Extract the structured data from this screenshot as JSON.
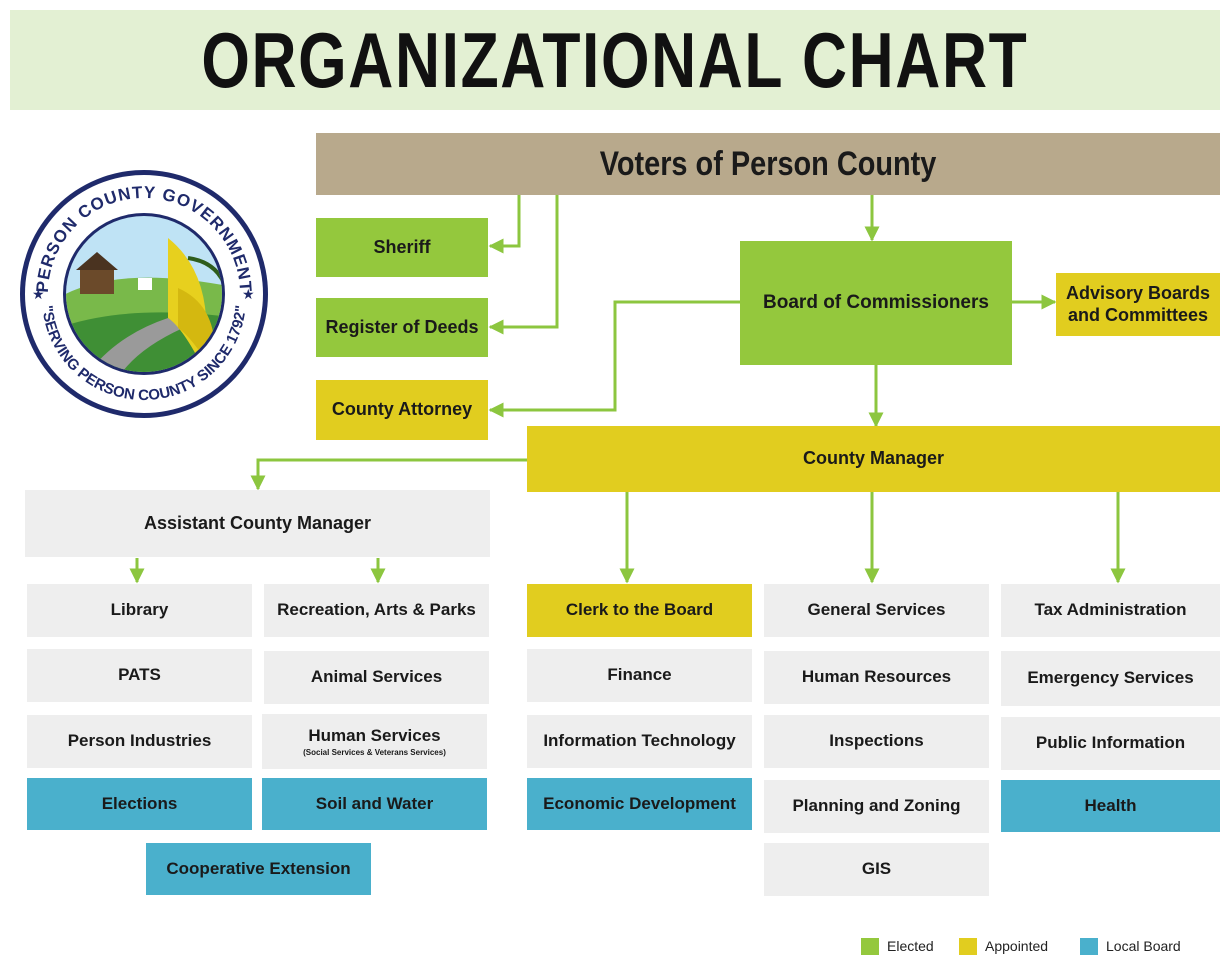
{
  "title": "ORGANIZATIONAL CHART",
  "seal": {
    "ring_top": "PERSON COUNTY GOVERNMENT",
    "ring_bottom": "\"SERVING PERSON COUNTY SINCE 1792\""
  },
  "colors": {
    "elected": "#94c83d",
    "appointed": "#e1cd1f",
    "local_board": "#4ab0cc",
    "neutral": "#eeeeee",
    "voters": "#b8a98c",
    "connector": "#8cc63f"
  },
  "nodes": {
    "voters": "Voters of Person County",
    "sheriff": "Sheriff",
    "register_of_deeds": "Register of Deeds",
    "county_attorney": "County Attorney",
    "board_of_commissioners": "Board of Commissioners",
    "advisory_boards_line1": "Advisory Boards",
    "advisory_boards_line2": "and Committees",
    "county_manager": "County Manager",
    "assistant_county_manager": "Assistant County Manager"
  },
  "departments": {
    "library": "Library",
    "pats": "PATS",
    "person_industries": "Person Industries",
    "elections": "Elections",
    "recreation": "Recreation, Arts & Parks",
    "animal_services": "Animal Services",
    "human_services": "Human Services",
    "human_services_note": "(Social Services & Veterans Services)",
    "soil_and_water": "Soil and Water",
    "cooperative_extension": "Cooperative Extension",
    "clerk_to_the_board": "Clerk to the Board",
    "finance": "Finance",
    "information_technology": "Information Technology",
    "economic_development": "Economic Development",
    "general_services": "General Services",
    "human_resources": "Human Resources",
    "inspections": "Inspections",
    "planning_and_zoning": "Planning and Zoning",
    "gis": "GIS",
    "tax_administration": "Tax Administration",
    "emergency_services": "Emergency Services",
    "public_information": "Public Information",
    "health": "Health"
  },
  "legend": [
    {
      "label": "Elected",
      "color": "#94c83d"
    },
    {
      "label": "Appointed",
      "color": "#e1cd1f"
    },
    {
      "label": "Local Board",
      "color": "#4ab0cc"
    }
  ]
}
